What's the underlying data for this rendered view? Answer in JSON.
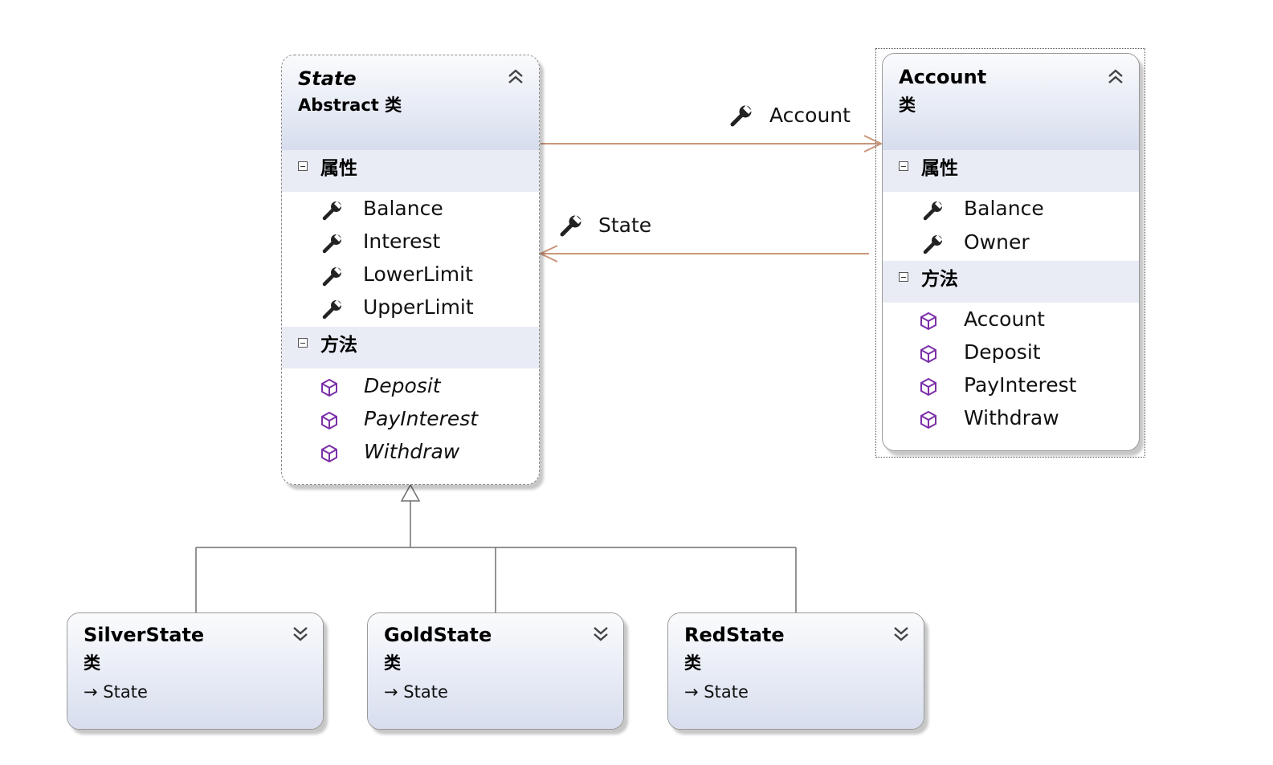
{
  "diagram": {
    "classes": {
      "state": {
        "name": "State",
        "kind": "Abstract 类",
        "collapse_glyph": "⌃",
        "sections": {
          "properties": {
            "label": "属性",
            "items": [
              {
                "name": "Balance",
                "icon": "wrench-icon"
              },
              {
                "name": "Interest",
                "icon": "wrench-icon"
              },
              {
                "name": "LowerLimit",
                "icon": "wrench-icon"
              },
              {
                "name": "UpperLimit",
                "icon": "wrench-icon"
              }
            ]
          },
          "methods": {
            "label": "方法",
            "items": [
              {
                "name": "Deposit",
                "icon": "method-cube-icon"
              },
              {
                "name": "PayInterest",
                "icon": "method-cube-icon"
              },
              {
                "name": "Withdraw",
                "icon": "method-cube-icon"
              }
            ]
          }
        }
      },
      "account": {
        "name": "Account",
        "kind": "类",
        "sections": {
          "properties": {
            "label": "属性",
            "items": [
              {
                "name": "Balance",
                "icon": "wrench-icon"
              },
              {
                "name": "Owner",
                "icon": "wrench-icon"
              }
            ]
          },
          "methods": {
            "label": "方法",
            "items": [
              {
                "name": "Account",
                "icon": "method-cube-icon"
              },
              {
                "name": "Deposit",
                "icon": "method-cube-icon"
              },
              {
                "name": "PayInterest",
                "icon": "method-cube-icon"
              },
              {
                "name": "Withdraw",
                "icon": "method-cube-icon"
              }
            ]
          }
        }
      },
      "silver": {
        "name": "SilverState",
        "kind": "类",
        "base": "→ State"
      },
      "gold": {
        "name": "GoldState",
        "kind": "类",
        "base": "→ State"
      },
      "red": {
        "name": "RedState",
        "kind": "类",
        "base": "→ State"
      }
    },
    "associations": {
      "state_to_account": {
        "label": "Account",
        "icon": "wrench-icon"
      },
      "account_to_state": {
        "label": "State",
        "icon": "wrench-icon"
      }
    },
    "colors": {
      "association_line": "#c9957a",
      "inheritance_line": "#6f6f6f",
      "method_icon": "#7b2fa8",
      "property_icon": "#222222",
      "header_gradient_end": "#d7ddee",
      "section_background": "#e9ecf5"
    }
  }
}
